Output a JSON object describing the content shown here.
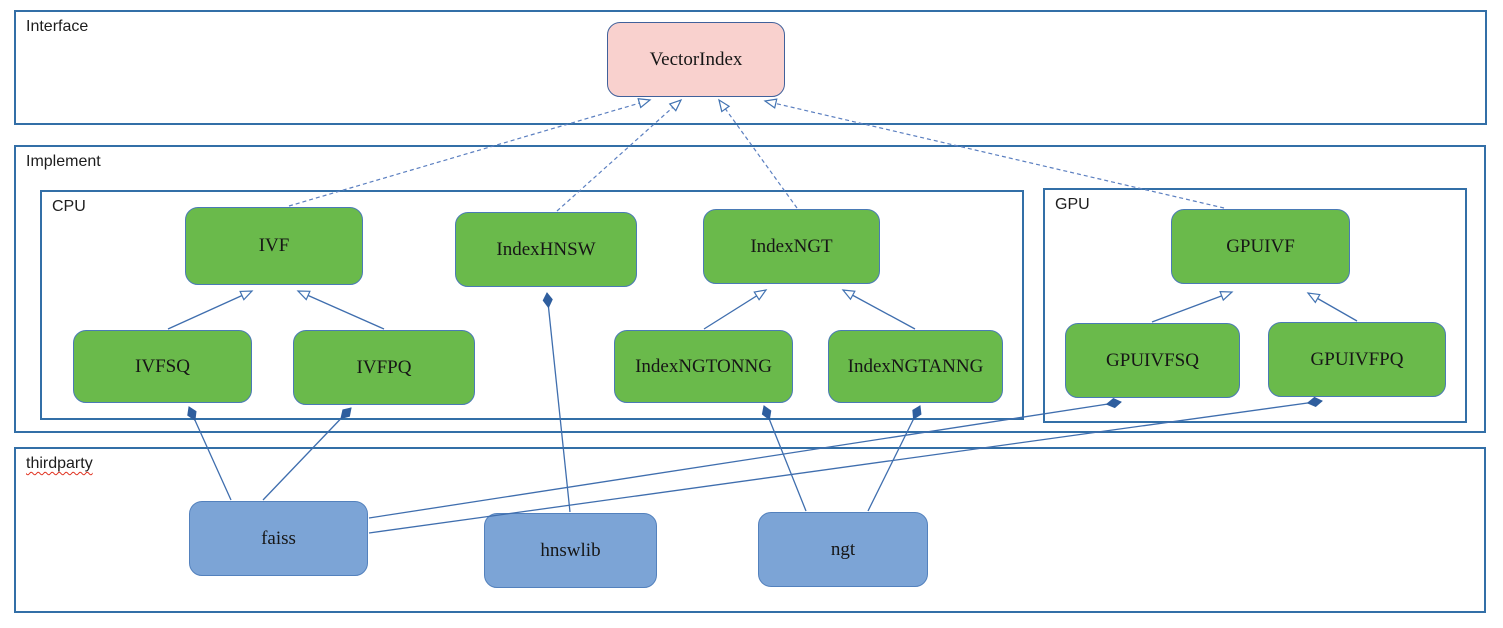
{
  "sections": {
    "interface": {
      "label": "Interface"
    },
    "implement": {
      "label": "Implement"
    },
    "cpu": {
      "label": "CPU"
    },
    "gpu": {
      "label": "GPU"
    },
    "thirdparty": {
      "label": "thirdparty"
    }
  },
  "nodes": {
    "vectorindex": {
      "label": "VectorIndex",
      "section": "interface",
      "kind": "interface"
    },
    "ivf": {
      "label": "IVF",
      "section": "cpu",
      "kind": "implementation"
    },
    "indexhnsw": {
      "label": "IndexHNSW",
      "section": "cpu",
      "kind": "implementation"
    },
    "indexngt": {
      "label": "IndexNGT",
      "section": "cpu",
      "kind": "implementation"
    },
    "ivfsq": {
      "label": "IVFSQ",
      "section": "cpu",
      "kind": "implementation"
    },
    "ivfpq": {
      "label": "IVFPQ",
      "section": "cpu",
      "kind": "implementation"
    },
    "indexngtonng": {
      "label": "IndexNGTONNG",
      "section": "cpu",
      "kind": "implementation"
    },
    "indexngtanng": {
      "label": "IndexNGTANNG",
      "section": "cpu",
      "kind": "implementation"
    },
    "gpuivf": {
      "label": "GPUIVF",
      "section": "gpu",
      "kind": "implementation"
    },
    "gpuivfsq": {
      "label": "GPUIVFSQ",
      "section": "gpu",
      "kind": "implementation"
    },
    "gpuivfpq": {
      "label": "GPUIVFPQ",
      "section": "gpu",
      "kind": "implementation"
    },
    "faiss": {
      "label": "faiss",
      "section": "thirdparty",
      "kind": "library"
    },
    "hnswlib": {
      "label": "hnswlib",
      "section": "thirdparty",
      "kind": "library"
    },
    "ngt": {
      "label": "ngt",
      "section": "thirdparty",
      "kind": "library"
    }
  },
  "edges": [
    {
      "from": "IVF",
      "to": "VectorIndex",
      "type": "realization",
      "line": "dashed",
      "head": "hollow-triangle"
    },
    {
      "from": "IndexHNSW",
      "to": "VectorIndex",
      "type": "realization",
      "line": "dashed",
      "head": "hollow-triangle"
    },
    {
      "from": "IndexNGT",
      "to": "VectorIndex",
      "type": "realization",
      "line": "dashed",
      "head": "hollow-triangle"
    },
    {
      "from": "GPUIVF",
      "to": "VectorIndex",
      "type": "realization",
      "line": "dashed",
      "head": "hollow-triangle"
    },
    {
      "from": "IVFSQ",
      "to": "IVF",
      "type": "generalization",
      "line": "solid",
      "head": "hollow-triangle"
    },
    {
      "from": "IVFPQ",
      "to": "IVF",
      "type": "generalization",
      "line": "solid",
      "head": "hollow-triangle"
    },
    {
      "from": "IndexNGTONNG",
      "to": "IndexNGT",
      "type": "generalization",
      "line": "solid",
      "head": "hollow-triangle"
    },
    {
      "from": "IndexNGTANNG",
      "to": "IndexNGT",
      "type": "generalization",
      "line": "solid",
      "head": "hollow-triangle"
    },
    {
      "from": "GPUIVFSQ",
      "to": "GPUIVF",
      "type": "generalization",
      "line": "solid",
      "head": "hollow-triangle"
    },
    {
      "from": "GPUIVFPQ",
      "to": "GPUIVF",
      "type": "generalization",
      "line": "solid",
      "head": "hollow-triangle"
    },
    {
      "from": "faiss",
      "to": "IVFSQ",
      "type": "composition",
      "line": "solid",
      "head": "filled-diamond"
    },
    {
      "from": "faiss",
      "to": "IVFPQ",
      "type": "composition",
      "line": "solid",
      "head": "filled-diamond"
    },
    {
      "from": "faiss",
      "to": "GPUIVFSQ",
      "type": "composition",
      "line": "solid",
      "head": "filled-diamond"
    },
    {
      "from": "faiss",
      "to": "GPUIVFPQ",
      "type": "composition",
      "line": "solid",
      "head": "filled-diamond"
    },
    {
      "from": "hnswlib",
      "to": "IndexHNSW",
      "type": "composition",
      "line": "solid",
      "head": "filled-diamond"
    },
    {
      "from": "ngt",
      "to": "IndexNGTONNG",
      "type": "composition",
      "line": "solid",
      "head": "filled-diamond"
    },
    {
      "from": "ngt",
      "to": "IndexNGTANNG",
      "type": "composition",
      "line": "solid",
      "head": "filled-diamond"
    }
  ],
  "colors": {
    "interface_node_fill": "#f9d1ce",
    "implementation_node_fill": "#6aba4b",
    "library_node_fill": "#7ca4d6",
    "container_border": "#336fa7",
    "solid_edge": "#3f6eae",
    "dashed_edge": "#5b7fc0",
    "diamond_fill": "#2f5e9e",
    "spellcheck_underline": "#e0301e"
  }
}
